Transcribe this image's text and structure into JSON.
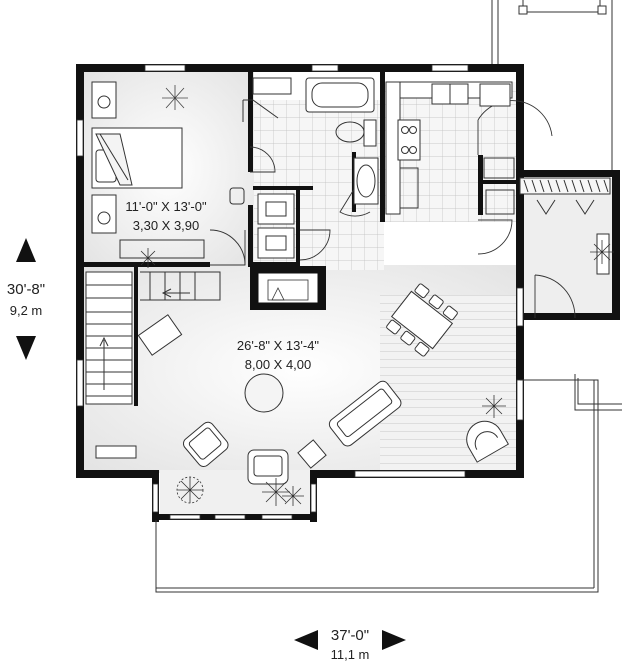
{
  "rooms": {
    "bedroom": {
      "size_imperial": "11'-0\" X 13'-0\"",
      "size_metric": "3,30 X 3,90"
    },
    "living": {
      "size_imperial": "26'-8\" X 13'-4\"",
      "size_metric": "8,00 X 4,00"
    }
  },
  "dimensions": {
    "depth_imperial": "30'-8\"",
    "depth_metric": "9,2 m",
    "width_imperial": "37'-0\"",
    "width_metric": "11,1 m"
  },
  "colors": {
    "wall": "#111111",
    "floor_tint": "#e8e8e8",
    "line": "#333333"
  }
}
